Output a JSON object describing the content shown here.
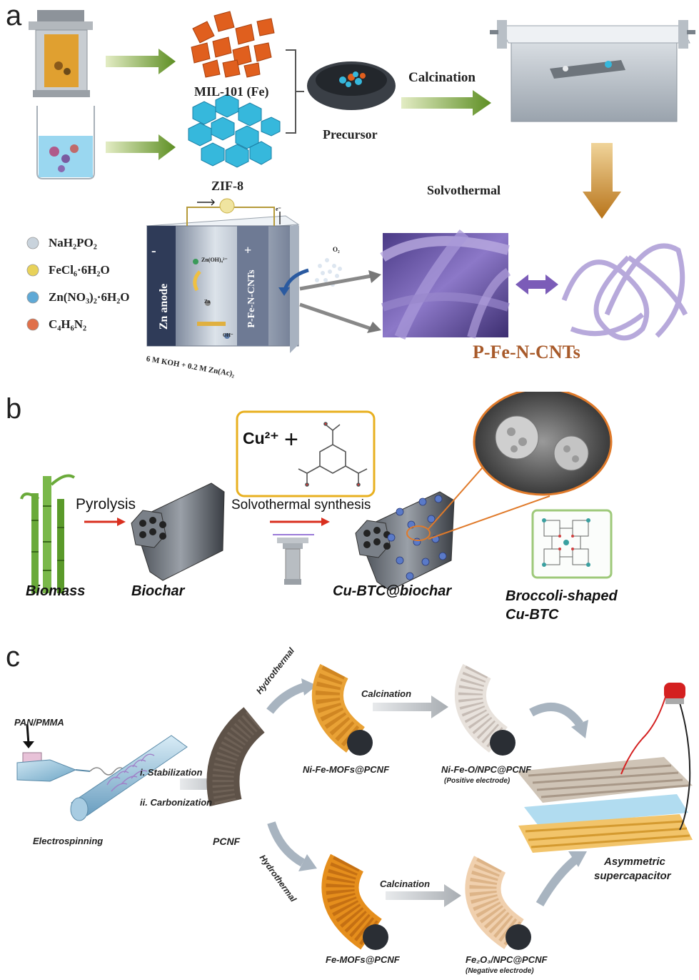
{
  "panel_a": {
    "label": "a",
    "mil101": "MIL-101 (Fe)",
    "zif8": "ZIF-8",
    "precursor": "Precursor",
    "calcination": "Calcination",
    "solvothermal": "Solvothermal",
    "legend": [
      {
        "text": "NaH₂PO₂",
        "color": "#c9d3dc"
      },
      {
        "text": "FeCl₆·6H₂O",
        "color": "#e8d25a"
      },
      {
        "text": "Zn(NO₃)₂·6H₂O",
        "color": "#5fa9d6"
      },
      {
        "text": "C₄H₆N₂",
        "color": "#e0704a"
      }
    ],
    "battery": {
      "anode": "Zn anode",
      "cathode": "P-Fe-N-CNTs",
      "minus": "-",
      "plus": "+",
      "electrolyte": "6 M KOH + 0.2 M Zn(Ac)₂",
      "zincate": "Zn(OH)₄²⁻",
      "zn": "Zn",
      "oh": "OH⁻",
      "electron": "e⁻"
    },
    "o2": "O₂",
    "product": "P-Fe-N-CNTs",
    "colors": {
      "arrow_green": "#5e8f24",
      "arrow_orange": "#b8741a",
      "product_text": "#a85a2a",
      "sem_purple": "#7a62b8",
      "double_arrow": "#7b5cb8"
    }
  },
  "panel_b": {
    "label": "b",
    "pyrolysis": "Pyrolysis",
    "solvothermal_synthesis": "Solvothermal synthesis",
    "cu_ion": "Cu²⁺",
    "plus": "+",
    "biomass": "Biomass",
    "biochar": "Biochar",
    "composite": "Cu-BTC@biochar",
    "broccoli_line1": "Broccoli-shaped",
    "broccoli_line2": "Cu-BTC",
    "colors": {
      "arrow_red": "#d92f1f",
      "box_border": "#e8b020",
      "frame_green": "#9ec97a",
      "lens_border": "#e07a2a"
    }
  },
  "panel_c": {
    "label": "c",
    "pan_pmma": "PAN/PMMA",
    "stabilization": "i. Stabilization",
    "carbonization": "ii. Carbonization",
    "electrospinning": "Electrospinning",
    "pcnf": "PCNF",
    "hydrothermal_top": "Hydrothermal",
    "hydrothermal_bottom": "Hydrothermal",
    "calcination_top": "Calcination",
    "calcination_bottom": "Calcination",
    "nife_mofs": "Ni-Fe-MOFs@PCNF",
    "nife_o": "Ni-Fe-O/NPC@PCNF",
    "positive": "(Positive electrode)",
    "fe_mofs": "Fe-MOFs@PCNF",
    "fe2o3": "Fe₂O₃/NPC@PCNF",
    "negative": "(Negative electrode)",
    "asym_line1": "Asymmetric",
    "asym_line2": "supercapacitor"
  }
}
